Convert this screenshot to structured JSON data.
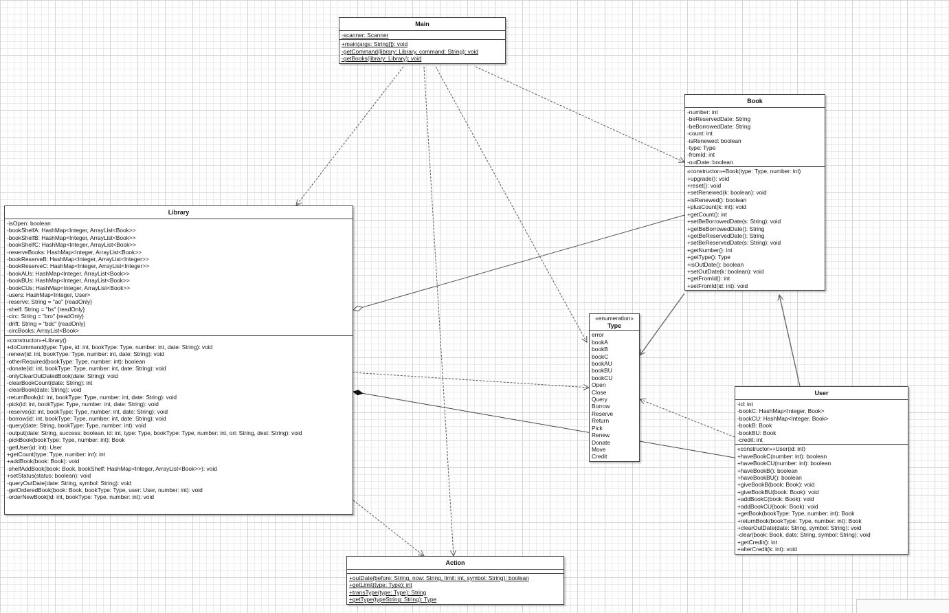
{
  "diagram": {
    "classes": {
      "main": {
        "name": "Main",
        "attributes": [
          {
            "text": "-scanner: Scanner",
            "static": true
          }
        ],
        "operations": [
          {
            "text": "+main(args: String[]): void",
            "static": true
          },
          {
            "text": "-getCommand(library: Library, command: String): void",
            "static": true
          },
          {
            "text": "-getBooks(library: Library): void",
            "static": true
          }
        ]
      },
      "book": {
        "name": "Book",
        "attributes": [
          {
            "text": "-number: int"
          },
          {
            "text": "-beReservedDate: String"
          },
          {
            "text": "-beBorrowedDate: String"
          },
          {
            "text": "-count: int"
          },
          {
            "text": "-isRenewed: boolean"
          },
          {
            "text": "-type: Type"
          },
          {
            "text": "-fromId: int"
          },
          {
            "text": "-outDate: boolean"
          }
        ],
        "operations": [
          {
            "text": "«constructor»+Book(type: Type, number: int)"
          },
          {
            "text": "+upgrade(): void"
          },
          {
            "text": "+reset(): void"
          },
          {
            "text": "+setRenewed(k: boolean): void"
          },
          {
            "text": "+isRenewed(): boolean"
          },
          {
            "text": "+plusCount(k: int): void"
          },
          {
            "text": "+getCount(): int"
          },
          {
            "text": "+setBeBorrowedDate(s: String): void"
          },
          {
            "text": "+getBeBorrowedDate(): String"
          },
          {
            "text": "+getBeReservedDate(): String"
          },
          {
            "text": "+setBeReservedDate(s: String): void"
          },
          {
            "text": "+getNumber(): int"
          },
          {
            "text": "+getType(): Type"
          },
          {
            "text": "+isOutDate(): boolean"
          },
          {
            "text": "+setOutDate(k: boolean): void"
          },
          {
            "text": "+getFromId(): int"
          },
          {
            "text": "+setFromId(id: int): void"
          }
        ]
      },
      "library": {
        "name": "Library",
        "attributes": [
          {
            "text": "-isOpen: boolean"
          },
          {
            "text": "-bookShelfA: HashMap<Integer, ArrayList<Book>>"
          },
          {
            "text": "-bookShelfB: HashMap<Integer, ArrayList<Book>>"
          },
          {
            "text": "-bookShelfC: HashMap<Integer, ArrayList<Book>>"
          },
          {
            "text": "-reserveBooks: HashMap<Integer, ArrayList<Book>>"
          },
          {
            "text": "-bookReserveB: HashMap<Integer, ArrayList<Integer>>"
          },
          {
            "text": "-bookReserveC: HashMap<Integer, ArrayList<Integer>>"
          },
          {
            "text": "-bookAUs: HashMap<Integer, ArrayList<Book>>"
          },
          {
            "text": "-bookBUs: HashMap<Integer, ArrayList<Book>>"
          },
          {
            "text": "-bookCUs: HashMap<Integer, ArrayList<Book>>"
          },
          {
            "text": "-users: HashMap<Integer, User>"
          },
          {
            "text": "-reserve: String = \"ao\" {readOnly}"
          },
          {
            "text": "-shelf: String = \"bs\" {readOnly}"
          },
          {
            "text": "-circ: String = \"bro\" {readOnly}"
          },
          {
            "text": "-drift: String = \"bdc\" {readOnly}"
          },
          {
            "text": "-circBooks: ArrayList<Book>"
          }
        ],
        "operations": [
          {
            "text": "«constructor»+Library()"
          },
          {
            "text": "+doCommand(type: Type, id: int, bookType: Type, number: int, date: String): void"
          },
          {
            "text": "-renew(id: int, bookType: Type, number: int, date: String): void"
          },
          {
            "text": "-otherRequired(bookType: Type, number: int): boolean"
          },
          {
            "text": "-donate(id: int, bookType: Type, number: int, date: String): void"
          },
          {
            "text": "-onlyClearOutDatedBook(date: String): void"
          },
          {
            "text": "-clearBookCount(date: String): int"
          },
          {
            "text": "-clearBook(date: String): void"
          },
          {
            "text": "-returnBook(id: int, bookType: Type, number: int, date: String): void"
          },
          {
            "text": "-pick(id: int, bookType: Type, number: int, date: String): void"
          },
          {
            "text": "-reserve(id: int, bookType: Type, number: int, date: String): void"
          },
          {
            "text": "-borrow(id: int, bookType: Type, number: int, date: String): void"
          },
          {
            "text": "-query(date: String, bookType: Type, number: int): void"
          },
          {
            "text": "-output(date: String, success: boolean, id: int, type: Type, bookType: Type, number: int, ori: String, dest: String): void"
          },
          {
            "text": "-pickBook(bookType: Type, number: int): Book"
          },
          {
            "text": "-getUser(id: int): User"
          },
          {
            "text": "+getCount(type: Type, number: int): int"
          },
          {
            "text": "+addBook(book: Book): void"
          },
          {
            "text": "-shelfAddBook(book: Book, bookShelf: HashMap<Integer, ArrayList<Book>>): void"
          },
          {
            "text": "+setStatus(status: boolean): void"
          },
          {
            "text": "-queryOutDate(date: String, symbol: String): void"
          },
          {
            "text": "-getOrderedBook(book: Book, bookType: Type, user: User, number: int): void"
          },
          {
            "text": "-orderNewBook(id: int, bookType: Type, number: int): void"
          }
        ]
      },
      "type": {
        "stereotype": "«enumeration»",
        "name": "Type",
        "literals": [
          {
            "text": "error"
          },
          {
            "text": "bookA"
          },
          {
            "text": "bookB"
          },
          {
            "text": "bookC"
          },
          {
            "text": "bookAU"
          },
          {
            "text": "bookBU"
          },
          {
            "text": "bookCU"
          },
          {
            "text": "Open"
          },
          {
            "text": "Close"
          },
          {
            "text": "Query"
          },
          {
            "text": "Borrow"
          },
          {
            "text": "Reserve"
          },
          {
            "text": "Return"
          },
          {
            "text": "Pick"
          },
          {
            "text": "Renew"
          },
          {
            "text": "Donate"
          },
          {
            "text": "Move"
          },
          {
            "text": "Credit"
          }
        ]
      },
      "user": {
        "name": "User",
        "attributes": [
          {
            "text": "-id: int"
          },
          {
            "text": "-bookC: HashMap<Integer, Book>"
          },
          {
            "text": "-bookCU: HashMap<Integer, Book>"
          },
          {
            "text": "-bookB: Book"
          },
          {
            "text": "-bookBU: Book"
          },
          {
            "text": "-credit: int"
          }
        ],
        "operations": [
          {
            "text": "«constructor»+User(id: int)"
          },
          {
            "text": "+haveBookC(number: int): boolean"
          },
          {
            "text": "+haveBookCU(number: int): boolean"
          },
          {
            "text": "+haveBookB(): boolean"
          },
          {
            "text": "+haveBookBU(): boolean"
          },
          {
            "text": "+giveBookB(book: Book): void"
          },
          {
            "text": "+giveBookBU(book: Book): void"
          },
          {
            "text": "+addBookC(book: Book): void"
          },
          {
            "text": "+addBookCU(book: Book): void"
          },
          {
            "text": "+getBook(bookType: Type, number: int): Book"
          },
          {
            "text": "+returnBook(bookType: Type, number: int): Book"
          },
          {
            "text": "+clearOutDate(date: String, symbol: String): void"
          },
          {
            "text": "-clear(book: Book, date: String, symbol: String): void"
          },
          {
            "text": "+getCredit(): int"
          },
          {
            "text": "+alterCredit(k: int): void"
          }
        ]
      },
      "action": {
        "name": "Action",
        "attributes": [],
        "operations": [
          {
            "text": "+outDate(before: String, now: String, limit: int, symbol: String): boolean",
            "static": true
          },
          {
            "text": "+getLimit(type: Type): int",
            "static": true
          },
          {
            "text": "+transType(type: Type): String",
            "static": true
          },
          {
            "text": "+getType(typeString: String): Type",
            "static": true
          }
        ]
      }
    },
    "relations": [
      {
        "from": "main",
        "to": "library",
        "kind": "dependency"
      },
      {
        "from": "main",
        "to": "book",
        "kind": "dependency"
      },
      {
        "from": "main",
        "to": "type",
        "kind": "dependency"
      },
      {
        "from": "main",
        "to": "action",
        "kind": "dependency"
      },
      {
        "from": "library",
        "to": "type",
        "kind": "dependency"
      },
      {
        "from": "library",
        "to": "action",
        "kind": "dependency"
      },
      {
        "from": "book",
        "to": "library",
        "kind": "aggregation"
      },
      {
        "from": "user",
        "to": "library",
        "kind": "composition"
      },
      {
        "from": "book",
        "to": "type",
        "kind": "association"
      },
      {
        "from": "user",
        "to": "book",
        "kind": "association"
      },
      {
        "from": "user",
        "to": "type",
        "kind": "dependency"
      }
    ]
  }
}
